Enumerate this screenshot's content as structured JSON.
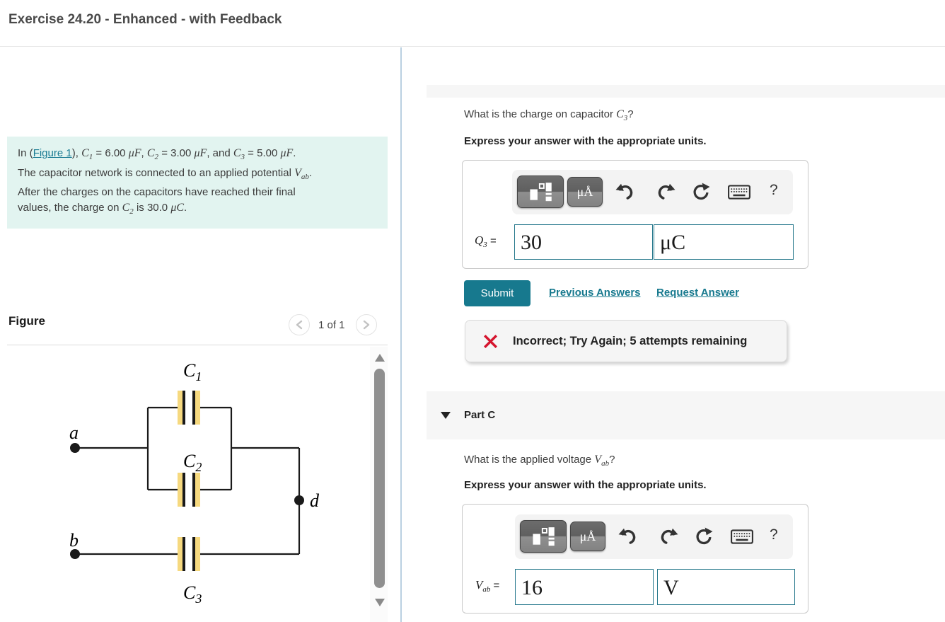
{
  "page": {
    "title": "Exercise 24.20 - Enhanced - with Feedback"
  },
  "problem": {
    "tokens": [
      {
        "t": "t",
        "v": "In ("
      },
      {
        "t": "a",
        "v": "Figure 1"
      },
      {
        "t": "t",
        "v": "), "
      },
      {
        "t": "m",
        "v": "C"
      },
      {
        "t": "sub",
        "v": "1"
      },
      {
        "t": "t",
        "v": " = 6.00 "
      },
      {
        "t": "m",
        "v": "μF"
      },
      {
        "t": "t",
        "v": ", "
      },
      {
        "t": "m",
        "v": "C"
      },
      {
        "t": "sub",
        "v": "2"
      },
      {
        "t": "t",
        "v": " = 3.00 "
      },
      {
        "t": "m",
        "v": "μF"
      },
      {
        "t": "t",
        "v": ", and "
      },
      {
        "t": "m",
        "v": "C"
      },
      {
        "t": "sub",
        "v": "3"
      },
      {
        "t": "t",
        "v": " = 5.00 "
      },
      {
        "t": "m",
        "v": "μF"
      },
      {
        "t": "t",
        "v": "."
      },
      {
        "t": "br"
      },
      {
        "t": "t",
        "v": "The capacitor network is connected to an applied potential "
      },
      {
        "t": "m",
        "v": "V"
      },
      {
        "t": "sub",
        "v": "ab"
      },
      {
        "t": "t",
        "v": "."
      },
      {
        "t": "br"
      },
      {
        "t": "t",
        "v": "After the charges on the capacitors have reached their final"
      },
      {
        "t": "br"
      },
      {
        "t": "t",
        "v": "values, the charge on "
      },
      {
        "t": "m",
        "v": "C"
      },
      {
        "t": "sub",
        "v": "2"
      },
      {
        "t": "t",
        "v": " is 30.0 "
      },
      {
        "t": "m",
        "v": "μC"
      },
      {
        "t": "t",
        "v": "."
      }
    ]
  },
  "figure": {
    "heading": "Figure",
    "pager": "1 of 1",
    "labels": {
      "c1_base": "C",
      "c1_sub": "1",
      "c2_base": "C",
      "c2_sub": "2",
      "c3_base": "C",
      "c3_sub": "3",
      "node_a": "a",
      "node_b": "b",
      "node_d": "d"
    },
    "capacitor_highlight_color": "#f6d97f",
    "wire_color": "#1a1a1a"
  },
  "part_b": {
    "question_tokens": [
      {
        "t": "t",
        "v": "What is the charge on capacitor "
      },
      {
        "t": "m",
        "v": "C"
      },
      {
        "t": "sub",
        "v": "3"
      },
      {
        "t": "t",
        "v": "?"
      }
    ],
    "express": "Express your answer with the appropriate units.",
    "toolbar": {
      "units_button": "μÅ",
      "help": "?"
    },
    "answer": {
      "label_base": "Q",
      "label_sub": "3",
      "equals": " = ",
      "value": "30",
      "unit": "μC"
    },
    "submit": "Submit",
    "links": [
      "Previous Answers",
      "Request Answer"
    ],
    "feedback": "Incorrect; Try Again; 5 attempts remaining",
    "feedback_icon_color": "#d5152e"
  },
  "part_c": {
    "header": "Part C",
    "question_tokens": [
      {
        "t": "t",
        "v": "What is the applied voltage "
      },
      {
        "t": "m",
        "v": "V"
      },
      {
        "t": "sub",
        "v": "ab"
      },
      {
        "t": "t",
        "v": "?"
      }
    ],
    "express": "Express your answer with the appropriate units.",
    "toolbar": {
      "units_button": "μÅ",
      "help": "?"
    },
    "answer": {
      "label_base": "V",
      "label_sub": "ab",
      "equals": " = ",
      "value": "16",
      "unit": "V"
    }
  },
  "colors": {
    "accent_teal": "#17798e",
    "problem_box_bg": "#e2f4f0",
    "divider_blue": "#bad0e1",
    "section_gray": "#f6f6f6"
  }
}
